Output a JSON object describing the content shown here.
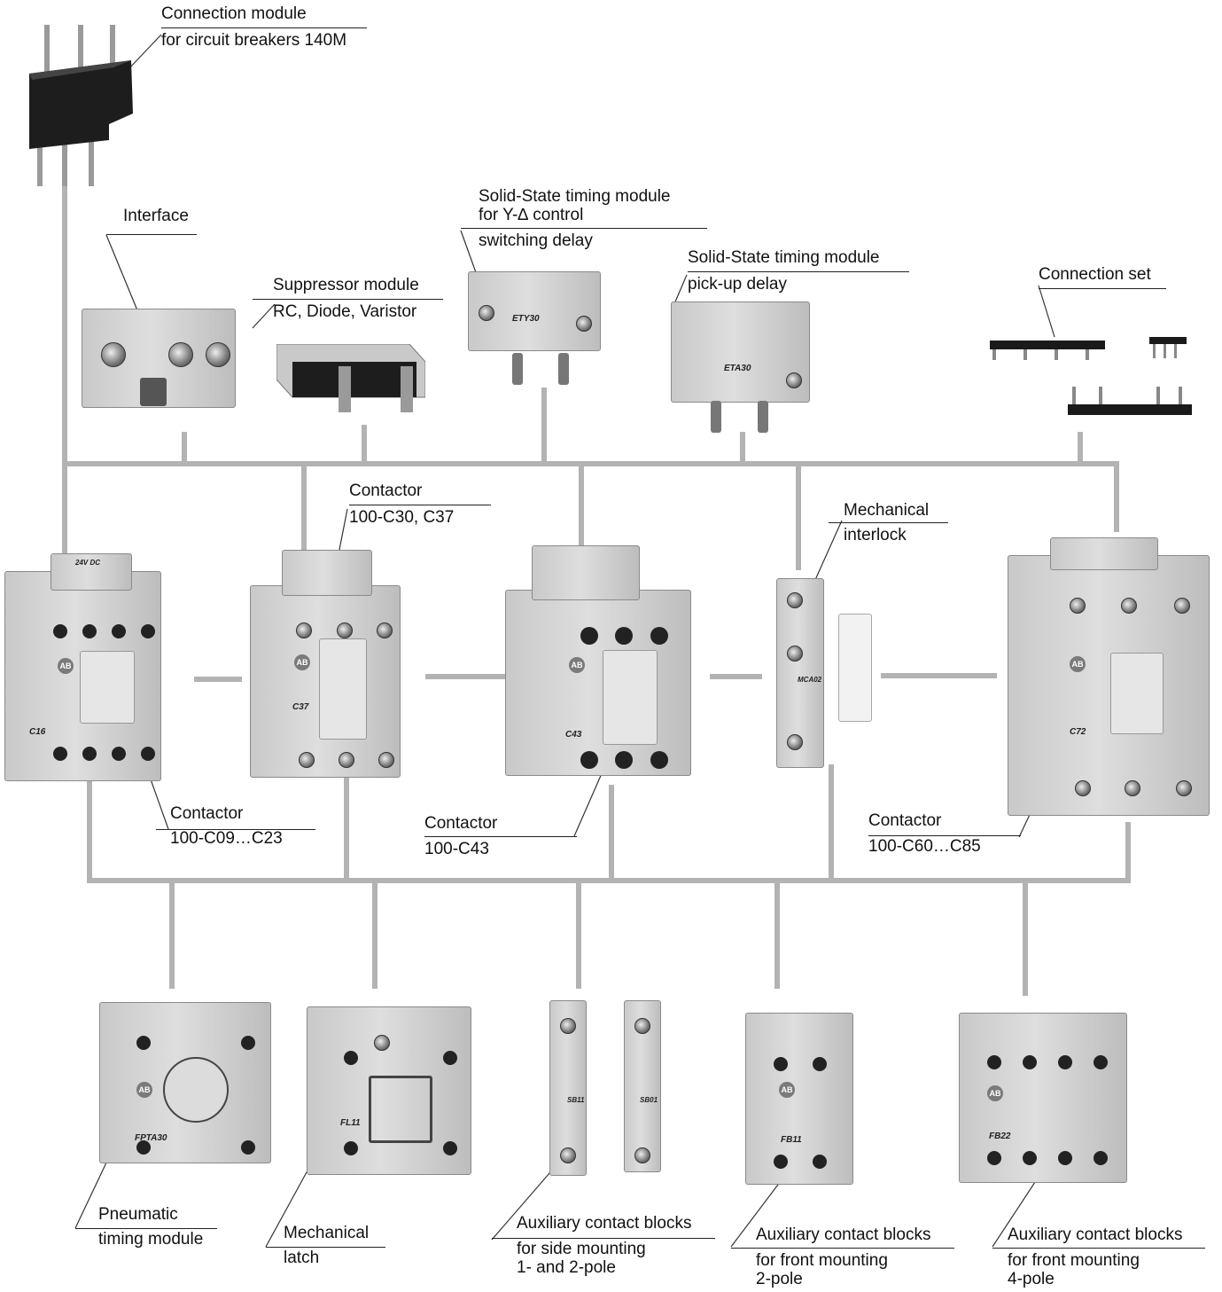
{
  "labels": {
    "connection_module": {
      "line1": "Connection module",
      "line2": "for circuit breakers 140M"
    },
    "interface": {
      "line1": "Interface"
    },
    "suppressor": {
      "line1": "Suppressor module",
      "line2": "RC, Diode, Varistor"
    },
    "timing_yd": {
      "line1": "Solid-State timing module",
      "line2": "for Y-∆ control",
      "line3": "switching delay"
    },
    "timing_pickup": {
      "line1": "Solid-State timing module",
      "line2": "pick-up delay"
    },
    "connection_set": {
      "line1": "Connection set"
    },
    "contactor_c30": {
      "line1": "Contactor",
      "line2": "100-C30, C37"
    },
    "mech_interlock": {
      "line1": "Mechanical",
      "line2": "interlock"
    },
    "contactor_c09": {
      "line1": "Contactor",
      "line2": "100-C09…C23"
    },
    "contactor_c43": {
      "line1": "Contactor",
      "line2": "100-C43"
    },
    "contactor_c60": {
      "line1": "Contactor",
      "line2": "100-C60…C85"
    },
    "pneumatic": {
      "line1": "Pneumatic",
      "line2": "timing module"
    },
    "mech_latch": {
      "line1": "Mechanical",
      "line2": "latch"
    },
    "aux_side": {
      "line1": "Auxiliary contact blocks",
      "line2": "for side mounting",
      "line3": "1- and 2-pole"
    },
    "aux_front2": {
      "line1": "Auxiliary contact blocks",
      "line2": "for front mounting",
      "line3": "2-pole"
    },
    "aux_front4": {
      "line1": "Auxiliary contact blocks",
      "line2": "for front mounting",
      "line3": "4-pole"
    }
  },
  "product_marks": {
    "c16": "C16",
    "c37": "C37",
    "c43": "C43",
    "c72": "C72",
    "ety30": "ETY30",
    "eta30": "ETA30",
    "mca02": "MCA02",
    "fpta30": "FPTA30",
    "fl11": "FL11",
    "sb11": "SB11",
    "sb01": "SB01",
    "fb11": "FB11",
    "fb22": "FB22",
    "ab": "AB",
    "coil": "24V DC"
  },
  "colors": {
    "line": "#b3b3b3",
    "housing": "#d2d2d2",
    "dark_housing": "#222222"
  }
}
